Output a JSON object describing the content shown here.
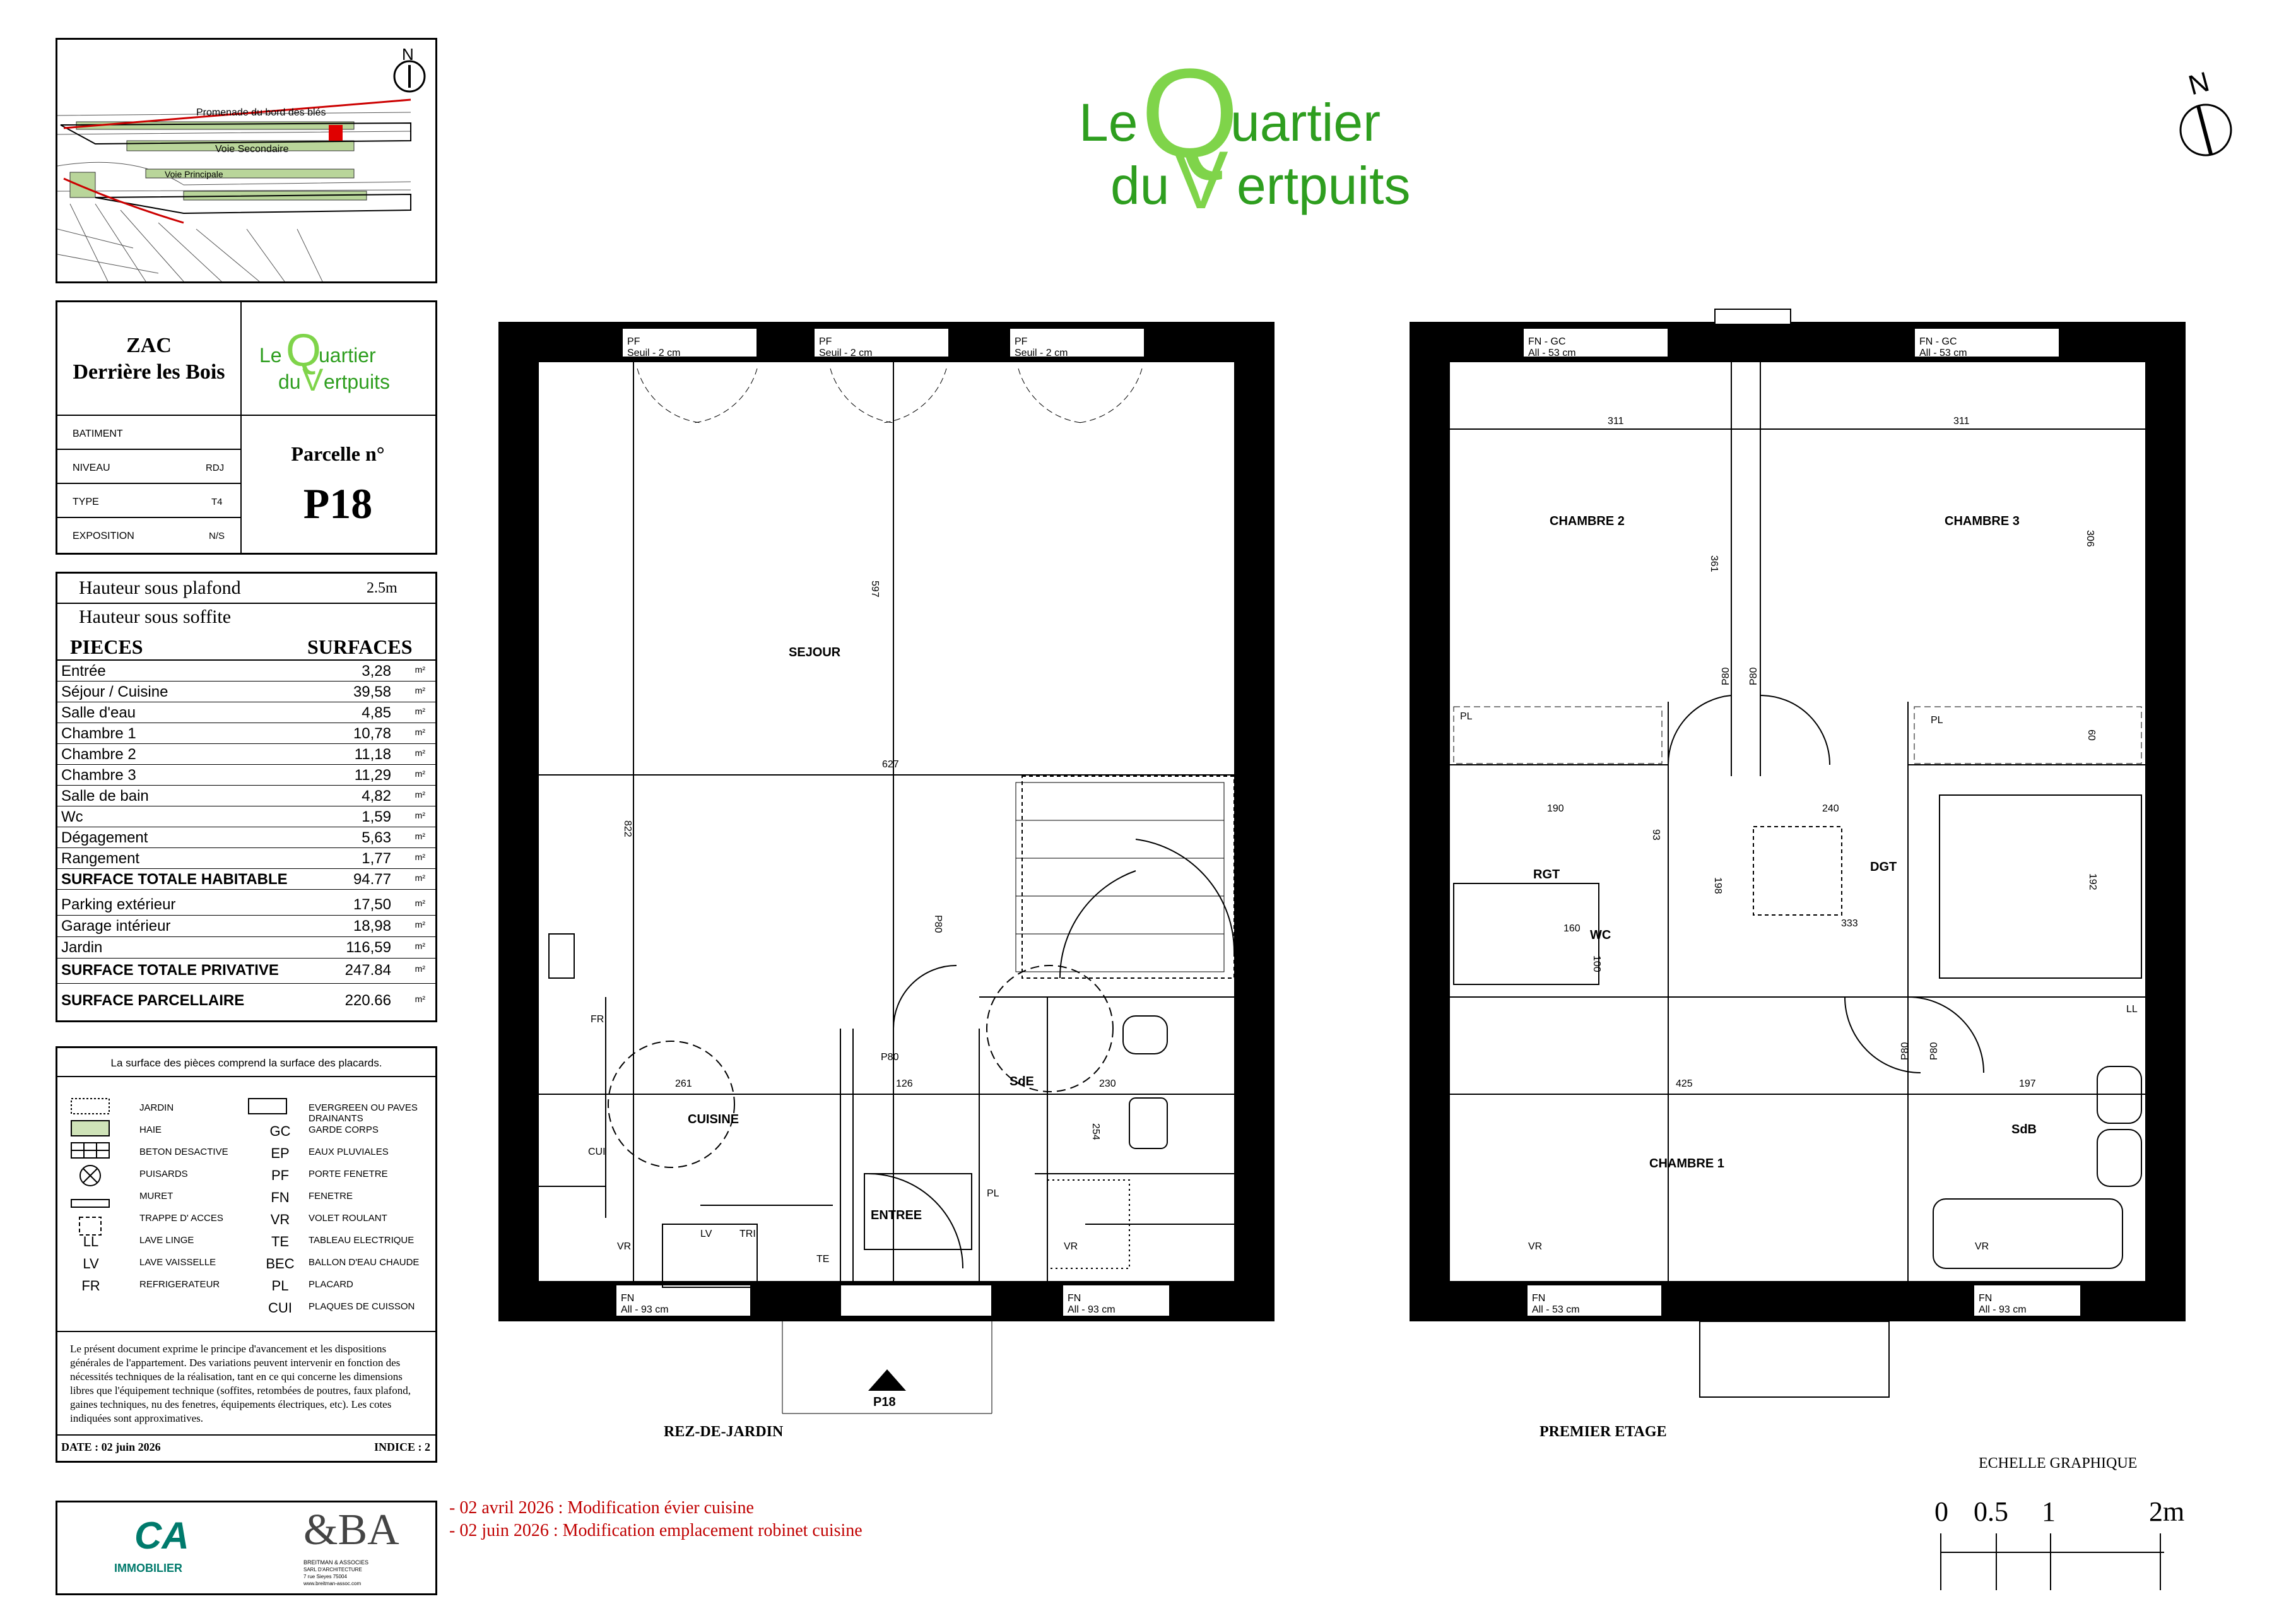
{
  "brand": {
    "logo_line1_a": "Le",
    "logo_line1_b": "uartier",
    "logo_line2_a": "du",
    "logo_line2_b": "ertpuits",
    "logo_big_q": "Q",
    "logo_big_v": "V",
    "green": "#2e9e1f",
    "light_green": "#7fd44a"
  },
  "site_map": {
    "label_promenade": "Promenade du bord des blés",
    "label_voie_sec": "Voie Secondaire",
    "label_voie_prin": "Voie Principale",
    "north": "N"
  },
  "title_block": {
    "zac_line1": "ZAC",
    "zac_line2": "Derrière les Bois",
    "batiment_label": "BATIMENT",
    "niveau_label": "NIVEAU",
    "niveau_value": "RDJ",
    "type_label": "TYPE",
    "type_value": "T4",
    "exposition_label": "EXPOSITION",
    "exposition_value": "N/S",
    "parcelle_label": "Parcelle n°",
    "parcelle_value": "P18"
  },
  "surfaces": {
    "hsp_label": "Hauteur sous plafond",
    "hsp_value": "2.5m",
    "hss_label": "Hauteur sous soffite",
    "col_pieces": "PIECES",
    "col_surfaces": "SURFACES",
    "unit": "m²",
    "rows": [
      {
        "name": "Entrée",
        "value": "3,28"
      },
      {
        "name": "Séjour / Cuisine",
        "value": "39,58"
      },
      {
        "name": "Salle d'eau",
        "value": "4,85"
      },
      {
        "name": "Chambre 1",
        "value": "10,78"
      },
      {
        "name": "Chambre 2",
        "value": "11,18"
      },
      {
        "name": "Chambre 3",
        "value": "11,29"
      },
      {
        "name": "Salle de bain",
        "value": "4,82"
      },
      {
        "name": "Wc",
        "value": "1,59"
      },
      {
        "name": "Dégagement",
        "value": "5,63"
      },
      {
        "name": "Rangement",
        "value": "1,77"
      }
    ],
    "total_habitable_label": "SURFACE TOTALE HABITABLE",
    "total_habitable_value": "94.77",
    "rows2": [
      {
        "name": "Parking extérieur",
        "value": "17,50"
      },
      {
        "name": "Garage intérieur",
        "value": "18,98"
      },
      {
        "name": "Jardin",
        "value": "116,59"
      }
    ],
    "total_privative_label": "SURFACE TOTALE PRIVATIVE",
    "total_privative_value": "247.84",
    "parcellaire_label": "SURFACE PARCELLAIRE",
    "parcellaire_value": "220.66"
  },
  "legend": {
    "title": "La surface des pièces comprend la surface des placards.",
    "left": [
      {
        "sym": "",
        "label": "JARDIN"
      },
      {
        "sym": "",
        "label": "HAIE"
      },
      {
        "sym": "",
        "label": "BETON DESACTIVE"
      },
      {
        "sym": "",
        "label": "PUISARDS"
      },
      {
        "sym": "",
        "label": "MURET"
      },
      {
        "sym": "",
        "label": "TRAPPE D' ACCES"
      },
      {
        "sym": "LL",
        "label": "LAVE LINGE"
      },
      {
        "sym": "LV",
        "label": "LAVE VAISSELLE"
      },
      {
        "sym": "FR",
        "label": "REFRIGERATEUR"
      }
    ],
    "right": [
      {
        "sym": "",
        "label": "EVERGREEN OU PAVES DRAINANTS"
      },
      {
        "sym": "GC",
        "label": "GARDE CORPS"
      },
      {
        "sym": "EP",
        "label": "EAUX PLUVIALES"
      },
      {
        "sym": "PF",
        "label": "PORTE FENETRE"
      },
      {
        "sym": "FN",
        "label": "FENETRE"
      },
      {
        "sym": "VR",
        "label": "VOLET ROULANT"
      },
      {
        "sym": "TE",
        "label": "TABLEAU ELECTRIQUE"
      },
      {
        "sym": "BEC",
        "label": "BALLON D'EAU CHAUDE"
      },
      {
        "sym": "PL",
        "label": "PLACARD"
      },
      {
        "sym": "CUI",
        "label": "PLAQUES DE CUISSON"
      }
    ]
  },
  "disclaimer": "Le présent document exprime le principe d'avancement et les dispositions générales de l'appartement. Des variations peuvent intervenir en fonction des nécessités techniques de la réalisation, tant en ce qui concerne les dimensions libres que l'équipement technique (soffites, retombées de poutres, faux plafond, gaines techniques, nu des fenetres, équipements électriques, etc). Les cotes indiquées sont approximatives.",
  "date_label": "DATE : 02 juin 2026",
  "indice_label": "INDICE : 2",
  "footer": {
    "ca_logo": "CA",
    "ca_name": "IMMOBILIER",
    "ba_logo": "&BA",
    "ba_name": "BREITMAN & ASSOCIES",
    "ba_line2": "SARL D'ARCHITECTURE",
    "ba_line3": "7 rue Sieyes 75004",
    "ba_line4": "www.breitman-assoc.com"
  },
  "revisions": [
    "-  02 avril 2026 : Modification évier cuisine",
    "-  02 juin 2026 : Modification emplacement robinet cuisine"
  ],
  "plan_labels": {
    "ground_title": "REZ-DE-JARDIN",
    "first_title": "PREMIER ETAGE",
    "north": "N",
    "parcel_tag": "P18",
    "pf": "PF",
    "seuil": "Seuil - 2 cm",
    "vr": "VR",
    "fn": "FN",
    "fn_gc": "FN - GC",
    "all53": "All - 53 cm",
    "all93": "All - 93 cm",
    "sejour": "SEJOUR",
    "cuisine": "CUISINE",
    "entree": "ENTREE",
    "sde": "SdE",
    "sdb": "SdB",
    "fr": "FR",
    "cui": "CUI",
    "lv": "LV",
    "tri": "TRI",
    "te": "TE",
    "pl": "PL",
    "ll": "LL",
    "p80": "P80",
    "chambre1": "CHAMBRE 1",
    "chambre2": "CHAMBRE 2",
    "chambre3": "CHAMBRE 3",
    "rgt": "RGT",
    "wc": "WC",
    "dgt": "DGT",
    "d627": "627",
    "d597": "597",
    "d822": "822",
    "d261": "261",
    "d126": "126",
    "d230": "230",
    "d254": "254",
    "d311": "311",
    "d361": "361",
    "d306": "306",
    "d190": "190",
    "d240": "240",
    "d93": "93",
    "d198": "198",
    "d160": "160",
    "d100": "100",
    "d333": "333",
    "d192": "192",
    "d425": "425",
    "d197": "197",
    "d60": "60"
  },
  "scale": {
    "title": "ECHELLE GRAPHIQUE",
    "t0": "0",
    "t05": "0.5",
    "t1": "1",
    "t2": "2m"
  }
}
